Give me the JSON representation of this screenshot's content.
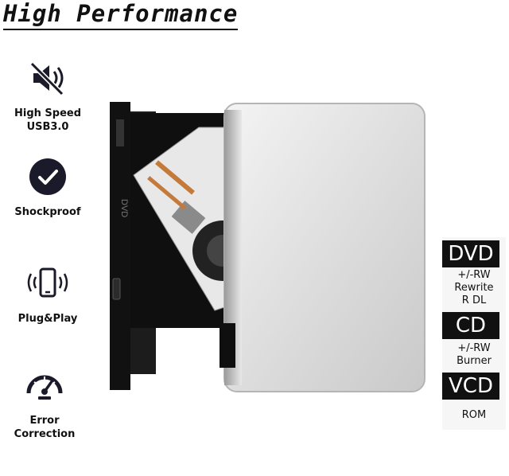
{
  "title": "High Performance",
  "features": [
    {
      "icon": "muted-speaker-icon",
      "label_lines": [
        "High Speed",
        "USB3.0"
      ]
    },
    {
      "icon": "checkmark-circle-icon",
      "label_lines": [
        "Shockproof"
      ]
    },
    {
      "icon": "phone-vibrate-icon",
      "label_lines": [
        "Plug&Play"
      ]
    },
    {
      "icon": "speedometer-icon",
      "label_lines": [
        "Error Correction"
      ]
    }
  ],
  "product": {
    "disc_label": "DVD"
  },
  "specs": {
    "dvd": {
      "badge": "DVD",
      "lines": [
        "+/-RW",
        "Rewrite",
        "R DL"
      ]
    },
    "cd": {
      "badge": "CD",
      "lines": [
        "+/-RW",
        "Burner"
      ]
    },
    "vcd": {
      "badge": "VCD",
      "lines": [
        "ROM"
      ]
    }
  },
  "colors": {
    "text": "#111111",
    "badge_bg": "#111111",
    "badge_fg": "#ffffff",
    "casing": "#d9d9d9"
  }
}
